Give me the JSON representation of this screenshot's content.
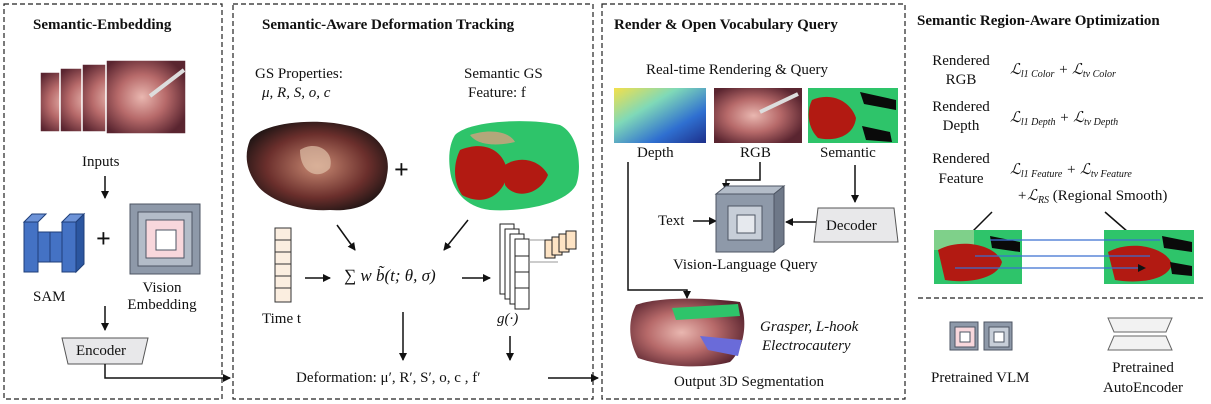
{
  "panels": {
    "inputs": {
      "title": "Semantic-Embedding",
      "inputs_label": "Inputs",
      "sam_label": "SAM",
      "plus": "+",
      "vision_embedding_label": "Vision Embedding",
      "encoder_label": "Encoder"
    },
    "tracking": {
      "title": "Semantic-Aware Deformation Tracking",
      "gs_properties_label": "GS Properties:",
      "gs_properties_symbols": "μ, R, S, o, c",
      "semantic_gs_label": "Semantic GS",
      "semantic_feature_label": "Feature: f",
      "plus": "+",
      "time_label": "Time t",
      "sum_expr": "∑ w b̃(t; θ, σ)",
      "g_label": "g(·)",
      "deformation_label": "Deformation: μ′, R′, S′, o, c , f′"
    },
    "render": {
      "title": "Render & Open Vocabulary Query",
      "subtitle": "Real-time Rendering & Query",
      "depth_label": "Depth",
      "rgb_label": "RGB",
      "semantic_label": "Semantic",
      "text_label": "Text",
      "decoder_label": "Decoder",
      "vlq_label": "Vision-Language Query",
      "query_text_line1": "Grasper, L-hook",
      "query_text_line2": "Electrocautery",
      "output_label": "Output 3D Segmentation"
    },
    "optimization": {
      "title": "Semantic Region-Aware Optimization",
      "rows": [
        {
          "label_line1": "Rendered",
          "label_line2": "RGB",
          "t1": "l1 Color",
          "t2": "tv Color"
        },
        {
          "label_line1": "Rendered",
          "label_line2": "Depth",
          "t1": "l1 Depth",
          "t2": "tv Depth"
        },
        {
          "label_line1": "Rendered",
          "label_line2": "Feature",
          "t1": "l1 Feature",
          "t2": "tv Feature"
        }
      ],
      "rs_sub": "RS",
      "rs_text": "(Regional Smooth)",
      "legend_vlm": "Pretrained VLM",
      "legend_ae_line1": "Pretrained",
      "legend_ae_line2": "AutoEncoder"
    }
  },
  "colors": {
    "sam_blue": "#4472c4",
    "vlm_gray": "#8e99a9",
    "vlm_pink": "#f8d7dc",
    "semantic_green": "#2ec46a",
    "semantic_red": "#b21a12",
    "tool_purple": "#6a6bd9"
  }
}
